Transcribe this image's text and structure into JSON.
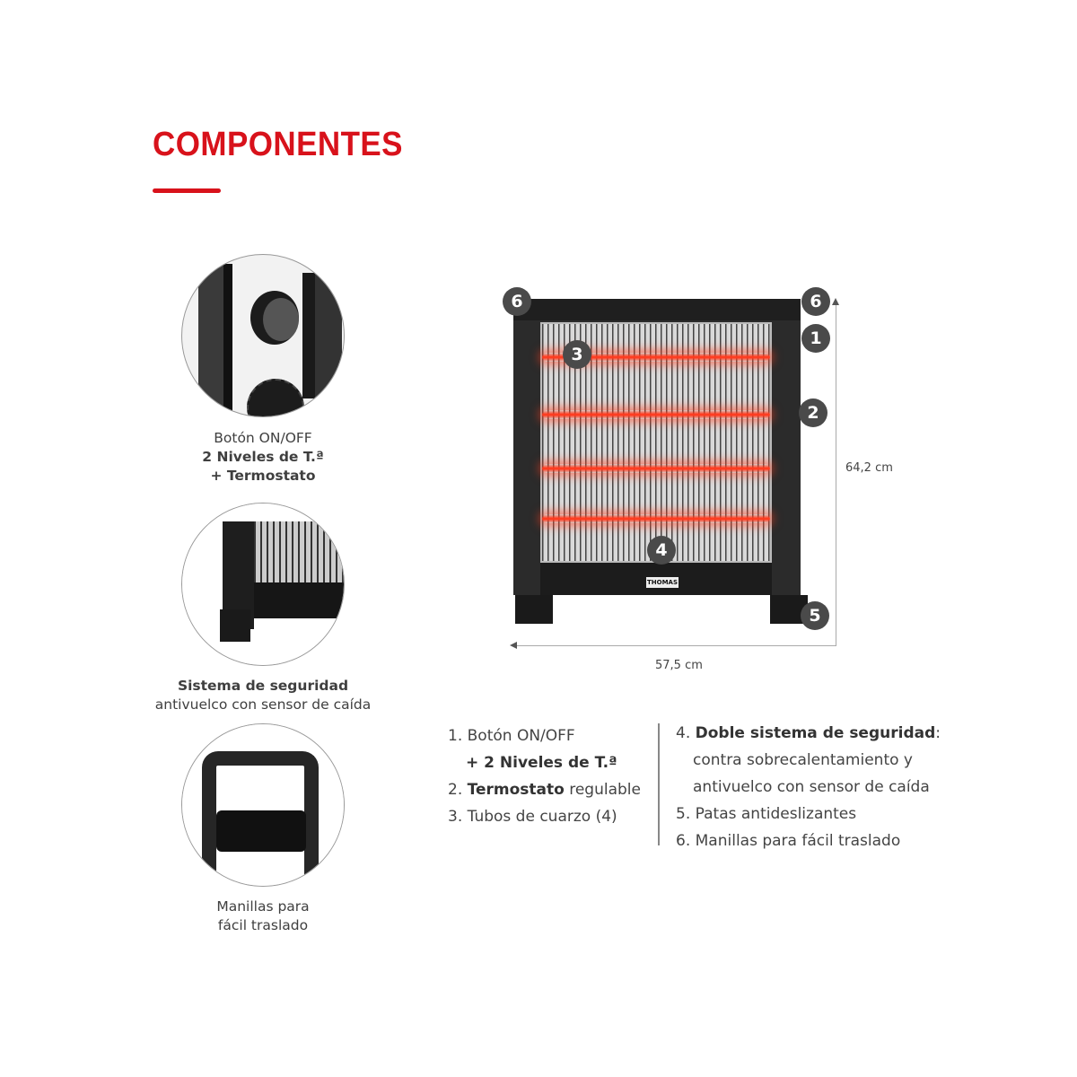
{
  "header": {
    "title": "COMPONENTES",
    "accent_color": "#d8121b"
  },
  "features": [
    {
      "icon": "control-knobs-closeup",
      "caption_lines": [
        "Botón ON/OFF",
        "2 Niveles de T.ª",
        "+ Termostato"
      ]
    },
    {
      "icon": "safety-foot-closeup",
      "caption_lines": [
        "Sistema de seguridad",
        "antivuelco con sensor de caída"
      ]
    },
    {
      "icon": "handle-closeup",
      "caption_lines": [
        "Manillas para",
        "fácil traslado"
      ]
    }
  ],
  "product": {
    "brand": "THOMAS",
    "badges": [
      "6",
      "6",
      "1",
      "2",
      "3",
      "4",
      "5"
    ],
    "height": "64,2 cm",
    "width": "57,5 cm"
  },
  "components_left": [
    {
      "num": "1.",
      "plain": "Botón ON/OFF",
      "bold": ""
    },
    {
      "num": "",
      "plain": "",
      "bold": "+ 2 Niveles de T.ª"
    },
    {
      "num": "2.",
      "bold": "Termostato",
      "plain": " regulable"
    },
    {
      "num": "3.",
      "plain": "Tubos de cuarzo (4)",
      "bold": ""
    }
  ],
  "components_right": [
    {
      "num": "4.",
      "bold": "Doble sistema de seguridad",
      "plain": ":"
    },
    {
      "num": "",
      "plain": "contra sobrecalentamiento y",
      "bold": ""
    },
    {
      "num": "",
      "plain": "antivuelco con sensor de caída",
      "bold": ""
    },
    {
      "num": "5.",
      "plain": "Patas antideslizantes",
      "bold": ""
    },
    {
      "num": "6.",
      "plain": "Manillas para fácil traslado",
      "bold": ""
    }
  ]
}
